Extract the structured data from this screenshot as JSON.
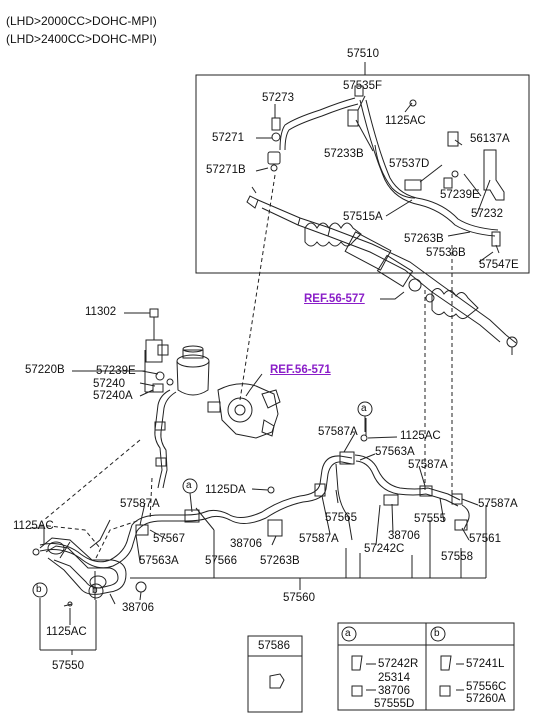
{
  "header": {
    "line1": "(LHD>2000CC>DOHC-MPI)",
    "line2": "(LHD>2400CC>DOHC-MPI)"
  },
  "refs": {
    "ref_577": "REF.56-577",
    "ref_571": "REF.56-571"
  },
  "labels": {
    "p57510": "57510",
    "p57535F": "57535F",
    "p57273": "57273",
    "p1125AC_top": "1125AC",
    "p57271": "57271",
    "p57233B": "57233B",
    "p56137A": "56137A",
    "p57537D": "57537D",
    "p57271B": "57271B",
    "p57239E_top": "57239E",
    "p57232": "57232",
    "p57515A": "57515A",
    "p57263B_top": "57263B",
    "p57536B": "57536B",
    "p57547E": "57547E",
    "p11302": "11302",
    "p57220B": "57220B",
    "p57239E_mid": "57239E",
    "p57240": "57240",
    "p57240A": "57240A",
    "p57587A_1": "57587A",
    "p1125AC_mid": "1125AC",
    "p57563A_r": "57563A",
    "p57587A_2": "57587A",
    "p1125DA": "1125DA",
    "p57587A_3": "57587A",
    "p57587A_4": "57587A",
    "p1125AC_left": "1125AC",
    "p57567": "57567",
    "p57565": "57565",
    "p57555": "57555",
    "p38706_a": "38706",
    "p38706_b": "38706",
    "p57242C": "57242C",
    "p57561": "57561",
    "p57587A_5": "57587A",
    "p57563A_l": "57563A",
    "p57566": "57566",
    "p57263B_bot": "57263B",
    "p57558": "57558",
    "p57560": "57560",
    "p38706_c": "38706",
    "p1125AC_bot": "1125AC",
    "p57550": "57550",
    "p57586": "57586",
    "a_57242R": "57242R",
    "a_25314": "25314",
    "a_38706": "38706",
    "a_57555D": "57555D",
    "b_57241L": "57241L",
    "b_57556C": "57556C",
    "b_57260A": "57260A"
  },
  "callouts": {
    "a": "a",
    "b": "b"
  },
  "colors": {
    "line": "#222222",
    "ref": "#8a1ec8"
  }
}
